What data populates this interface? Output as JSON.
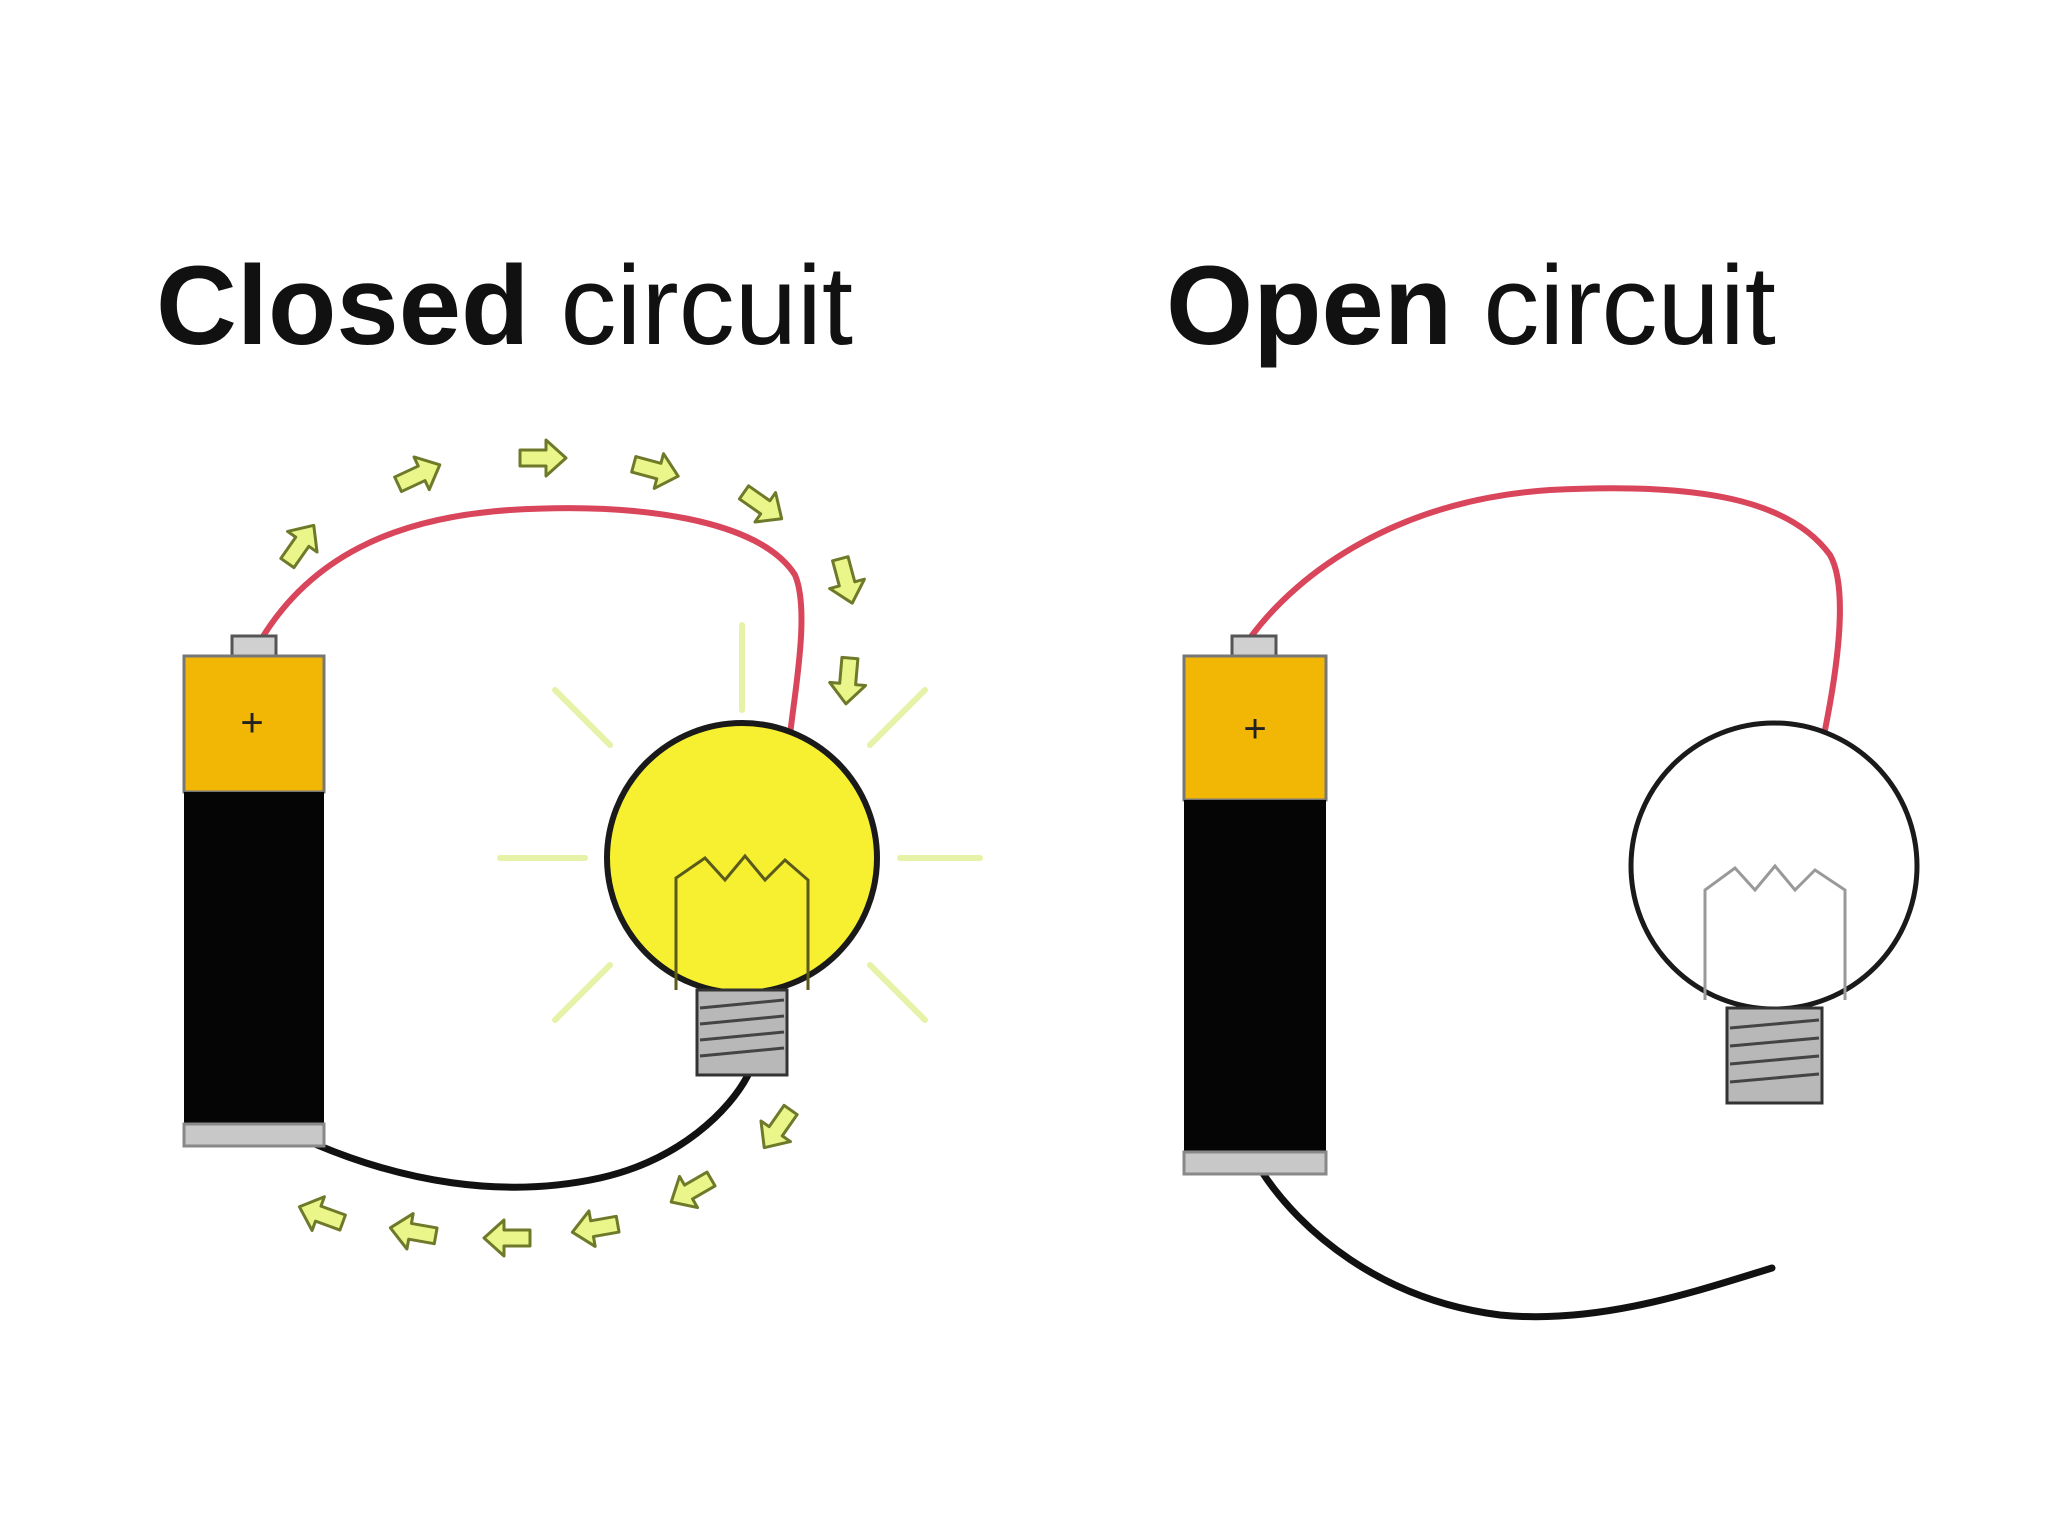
{
  "closed": {
    "title_bold": "Closed",
    "title_rest": "circuit",
    "battery_plus": "+"
  },
  "open": {
    "title_bold": "Open",
    "title_rest": "circuit",
    "battery_plus": "+"
  },
  "colors": {
    "background": "#ffffff",
    "battery_top": "#f2b705",
    "battery_body": "#050505",
    "battery_base": "#c8c8c8",
    "wire_positive": "#d9455a",
    "wire_negative": "#111111",
    "bulb_lit": "#f7f030",
    "glow_rays": "#e6f2a8",
    "flow_arrows": "#eaf58a",
    "bulb_off": "#ffffff"
  }
}
